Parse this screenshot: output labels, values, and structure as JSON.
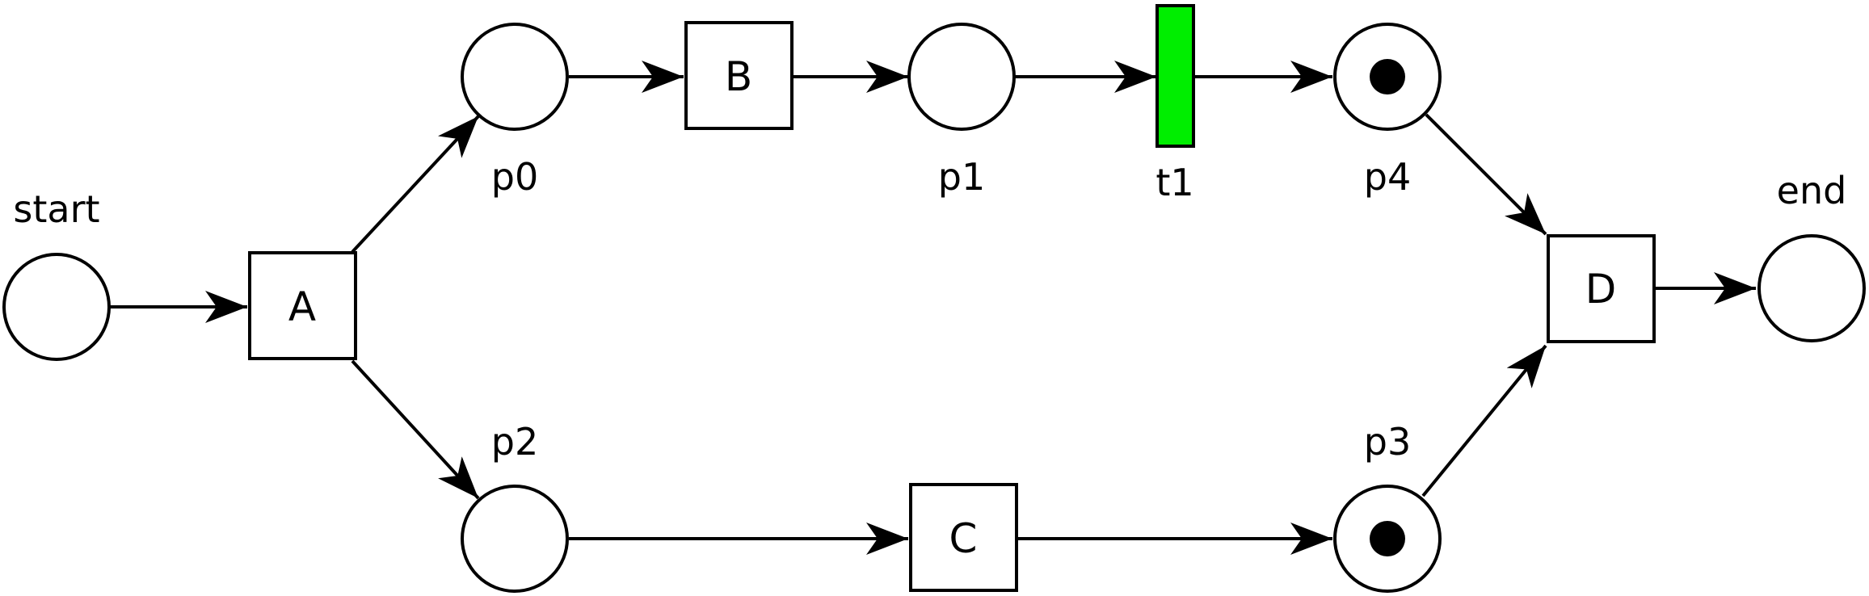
{
  "diagram": {
    "type": "petri-net",
    "places": [
      {
        "id": "start",
        "label": "start",
        "tokens": 0
      },
      {
        "id": "p0",
        "label": "p0",
        "tokens": 0
      },
      {
        "id": "p1",
        "label": "p1",
        "tokens": 0
      },
      {
        "id": "p2",
        "label": "p2",
        "tokens": 0
      },
      {
        "id": "p3",
        "label": "p3",
        "tokens": 1
      },
      {
        "id": "p4",
        "label": "p4",
        "tokens": 1
      },
      {
        "id": "end",
        "label": "end",
        "tokens": 0
      }
    ],
    "transitions": [
      {
        "id": "A",
        "label": "A",
        "kind": "visible"
      },
      {
        "id": "B",
        "label": "B",
        "kind": "visible"
      },
      {
        "id": "C",
        "label": "C",
        "kind": "visible"
      },
      {
        "id": "D",
        "label": "D",
        "kind": "visible"
      },
      {
        "id": "t1",
        "label": "t1",
        "kind": "silent",
        "enabled": true
      }
    ],
    "arcs": [
      {
        "from": "start",
        "to": "A"
      },
      {
        "from": "A",
        "to": "p0"
      },
      {
        "from": "A",
        "to": "p2"
      },
      {
        "from": "p0",
        "to": "B"
      },
      {
        "from": "B",
        "to": "p1"
      },
      {
        "from": "p1",
        "to": "t1"
      },
      {
        "from": "t1",
        "to": "p4"
      },
      {
        "from": "p2",
        "to": "C"
      },
      {
        "from": "C",
        "to": "p3"
      },
      {
        "from": "p4",
        "to": "D"
      },
      {
        "from": "p3",
        "to": "D"
      },
      {
        "from": "D",
        "to": "end"
      }
    ],
    "colors": {
      "stroke": "#000000",
      "background": "#ffffff",
      "enabled_transition": "#00ee00",
      "token": "#000000"
    }
  }
}
